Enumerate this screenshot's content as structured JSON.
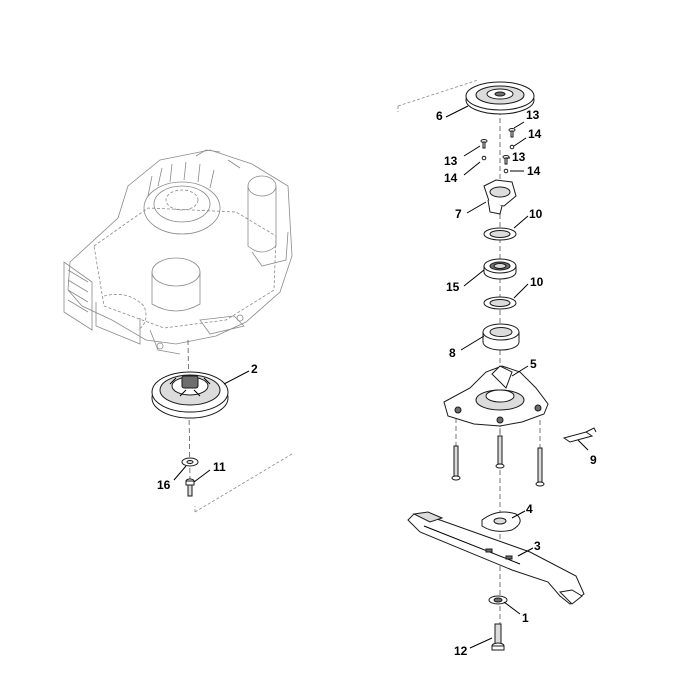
{
  "callouts": {
    "c1": "1",
    "c2": "2",
    "c3": "3",
    "c4": "4",
    "c5": "5",
    "c6": "6",
    "c7": "7",
    "c8": "8",
    "c9": "9",
    "c10a": "10",
    "c10b": "10",
    "c11": "11",
    "c12": "12",
    "c13a": "13",
    "c13b": "13",
    "c13c": "13",
    "c14a": "14",
    "c14b": "14",
    "c14c": "14",
    "c15": "15",
    "c16": "16"
  }
}
